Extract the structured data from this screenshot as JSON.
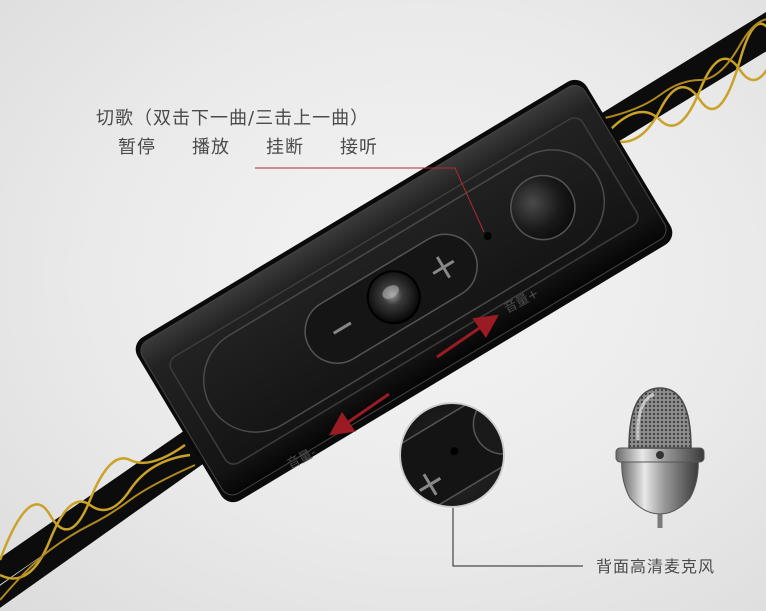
{
  "controls": {
    "function_title": "切歌（双击下一曲/三击上一曲）",
    "functions": [
      "暂停",
      "播放",
      "挂断",
      "接听"
    ],
    "volume_up_label": "音量+",
    "volume_down_label": "音量-",
    "plus_symbol": "+",
    "minus_symbol": "−"
  },
  "microphone": {
    "caption": "背面高清麦克风",
    "icon": "microphone-icon"
  },
  "colors": {
    "background": "#ececec",
    "remote_body": "#1c1c1c",
    "cable_gold": "#c9a227",
    "arrow_red": "#9b1b24",
    "callout_line": "#b02a33",
    "text": "#4a4a4a"
  }
}
